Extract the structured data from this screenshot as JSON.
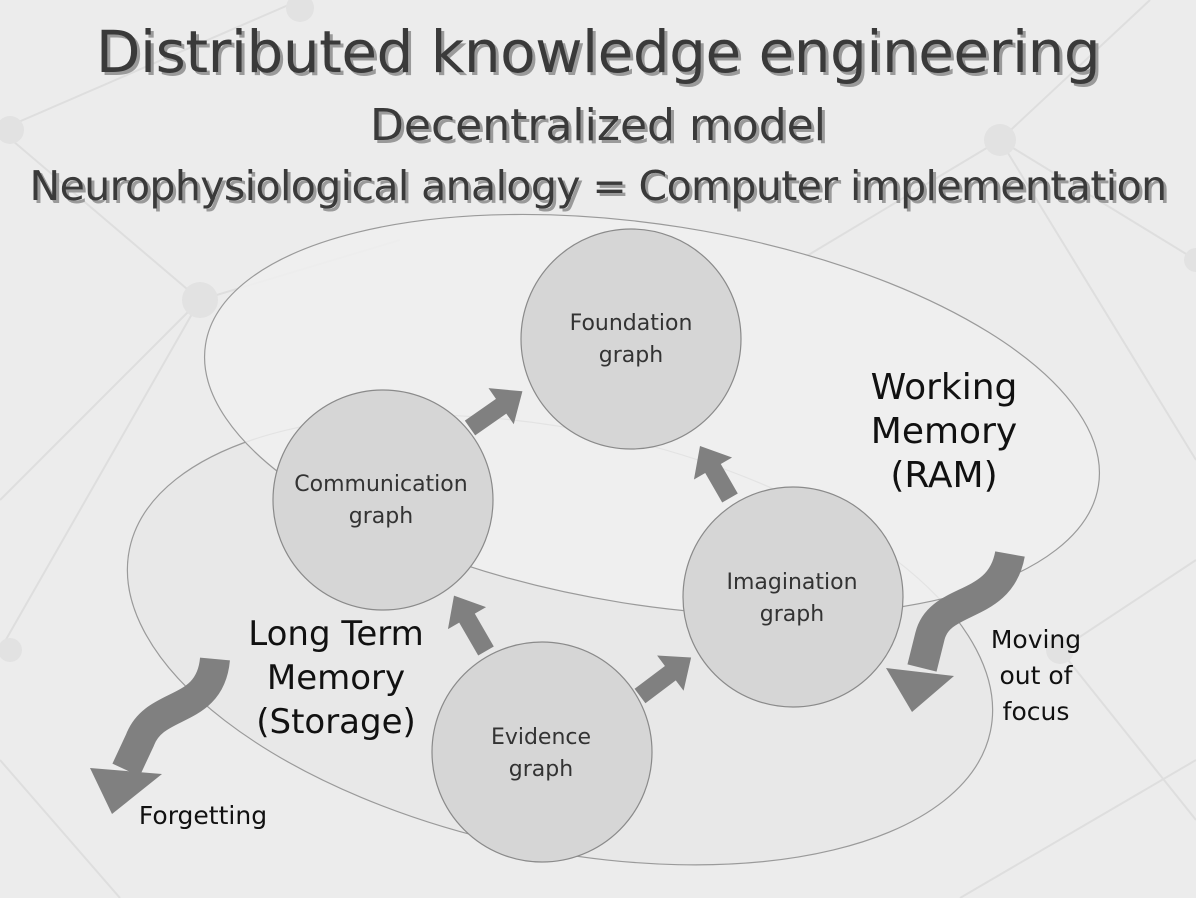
{
  "title": {
    "main": "Distributed knowledge engineering",
    "sub": "Decentralized model",
    "analogy": "Neurophysiological analogy = Computer implementation"
  },
  "colors": {
    "background": "#ececec",
    "node_fill": "#d6d6d6",
    "node_stroke": "#8a8a8a",
    "arrow": "#808080",
    "region_fill": "#f0f0f0"
  },
  "regions": {
    "working_memory": "Working\nMemory\n(RAM)",
    "long_term_memory": "Long Term\nMemory\n(Storage)"
  },
  "nodes": {
    "foundation": "Foundation\ngraph",
    "communication": "Communication\ngraph",
    "imagination": "Imagination\ngraph",
    "evidence": "Evidence\ngraph"
  },
  "annotations": {
    "moving_out_of_focus": "Moving\nout of\nfocus",
    "forgetting": "Forgetting"
  }
}
